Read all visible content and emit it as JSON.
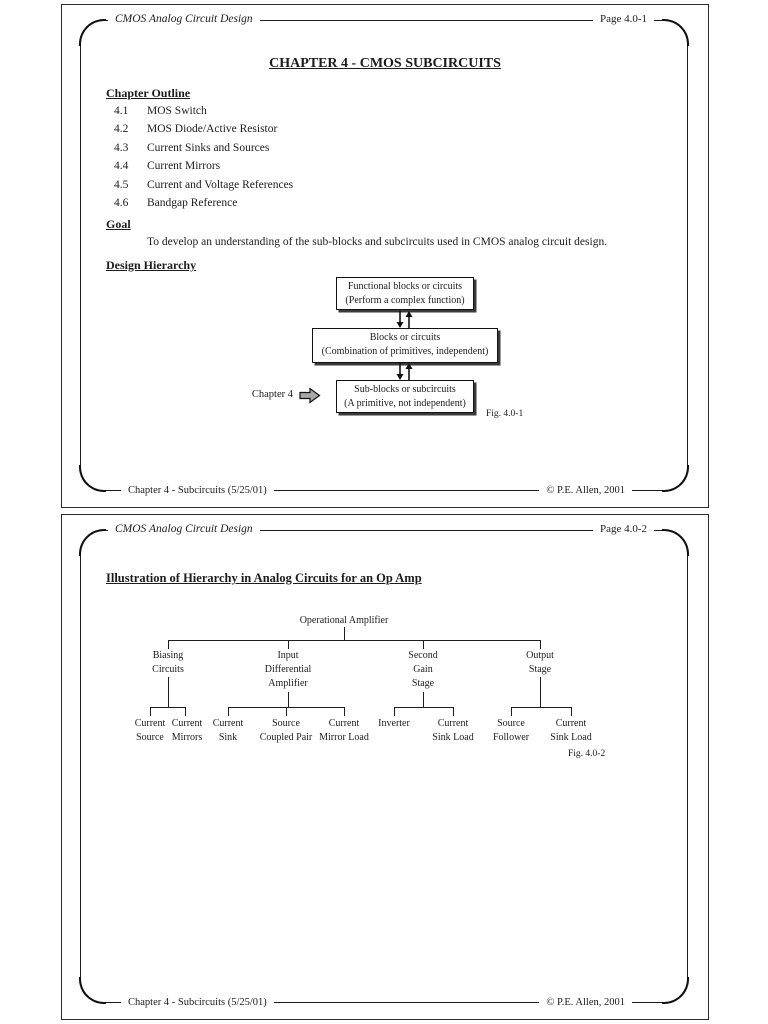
{
  "colors": {
    "ink": "#1c1c1c",
    "pointer_arrow_fill": "#a8a8a8",
    "box_shadow": "#3a3a3a"
  },
  "slides": [
    {
      "header_left": "CMOS Analog Circuit Design",
      "header_right": "Page 4.0-1",
      "footer_left": "Chapter 4 - Subcircuits (5/25/01)",
      "footer_right": "© P.E. Allen, 2001",
      "title": "CHAPTER 4 - CMOS SUBCIRCUITS",
      "outline_heading": "Chapter Outline",
      "outline": [
        {
          "num": "4.1",
          "label": "MOS Switch"
        },
        {
          "num": "4.2",
          "label": "MOS Diode/Active Resistor"
        },
        {
          "num": "4.3",
          "label": "Current Sinks and Sources"
        },
        {
          "num": "4.4",
          "label": "Current Mirrors"
        },
        {
          "num": "4.5",
          "label": "Current and Voltage References"
        },
        {
          "num": "4.6",
          "label": "Bandgap Reference"
        }
      ],
      "goal_heading": "Goal",
      "goal_text": "To develop an understanding of the sub-blocks and subcircuits used in CMOS analog circuit design.",
      "hierarchy_heading": "Design Hierarchy",
      "diagram": {
        "boxes": [
          {
            "line1": "Functional blocks or circuits",
            "line2": "(Perform a complex function)"
          },
          {
            "line1": "Blocks or circuits",
            "line2": "(Combination of primitives, independent)"
          },
          {
            "line1": "Sub-blocks or subcircuits",
            "line2": "(A primitive, not independent)"
          }
        ],
        "chapter_label": "Chapter 4",
        "fig_label": "Fig. 4.0-1"
      }
    },
    {
      "header_left": "CMOS Analog Circuit Design",
      "header_right": "Page 4.0-2",
      "footer_left": "Chapter 4 - Subcircuits (5/25/01)",
      "footer_right": "© P.E. Allen, 2001",
      "title": "Illustration of Hierarchy in Analog Circuits for an Op Amp",
      "tree": {
        "root": "Operational Amplifier",
        "branches": [
          {
            "label": [
              "Biasing",
              "Circuits"
            ],
            "children": [
              [
                "Current",
                "Source"
              ],
              [
                "Current",
                "Mirrors"
              ]
            ]
          },
          {
            "label": [
              "Input",
              "Differential",
              "Amplifier"
            ],
            "children": [
              [
                "Current",
                "Sink"
              ],
              [
                "Source",
                "Coupled Pair"
              ],
              [
                "Current",
                "Mirror Load"
              ]
            ]
          },
          {
            "label": [
              "Second",
              "Gain",
              "Stage"
            ],
            "children": [
              [
                "Inverter"
              ],
              [
                "Current",
                "Sink Load"
              ]
            ]
          },
          {
            "label": [
              "Output",
              "Stage"
            ],
            "children": [
              [
                "Source",
                "Follower"
              ],
              [
                "Current",
                "Sink Load"
              ]
            ]
          }
        ],
        "fig_label": "Fig. 4.0-2"
      }
    }
  ]
}
